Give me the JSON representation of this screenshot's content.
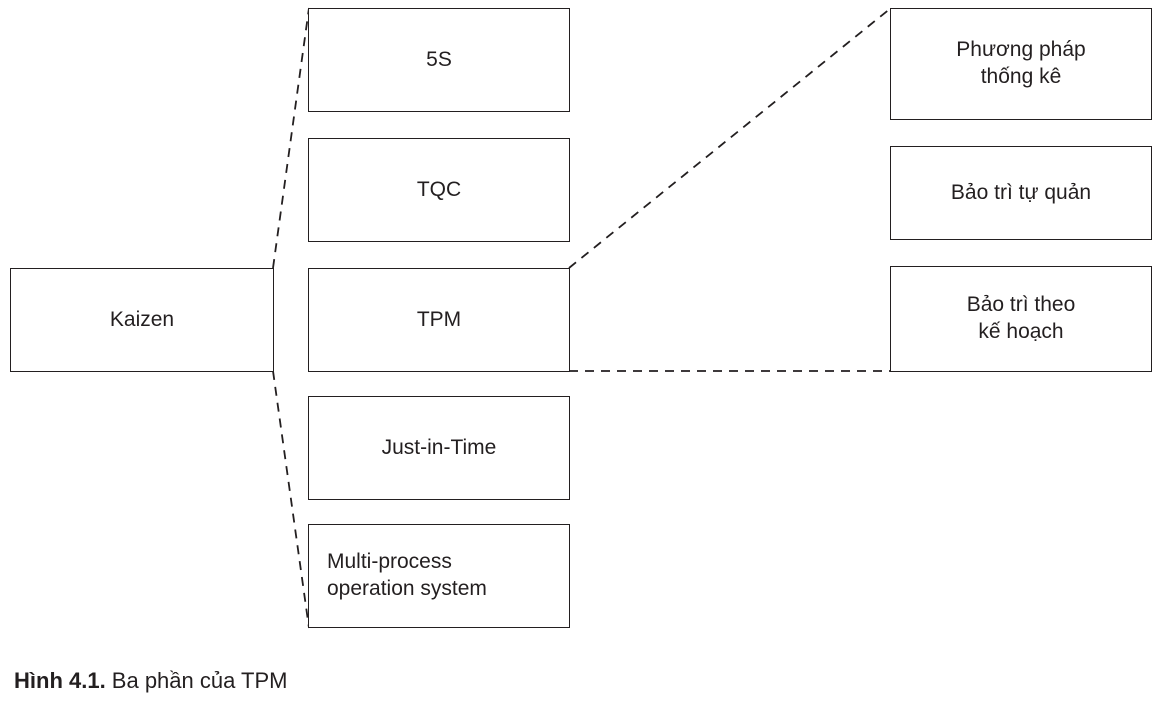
{
  "figure": {
    "caption_label": "Hình 4.1.",
    "caption_text": " Ba phần của TPM"
  },
  "nodes": {
    "root": {
      "label": "Kaizen"
    },
    "middle": [
      {
        "label": "5S"
      },
      {
        "label": "TQC"
      },
      {
        "label": "TPM"
      },
      {
        "label": "Just-in-Time"
      },
      {
        "label": "Multi-process\noperation system"
      }
    ],
    "right": [
      {
        "label": "Phương pháp\nthống kê"
      },
      {
        "label": "Bảo trì tự quản"
      },
      {
        "label": "Bảo trì theo\nkế hoạch"
      }
    ]
  },
  "style": {
    "stroke": "#231f20",
    "background": "#ffffff"
  }
}
